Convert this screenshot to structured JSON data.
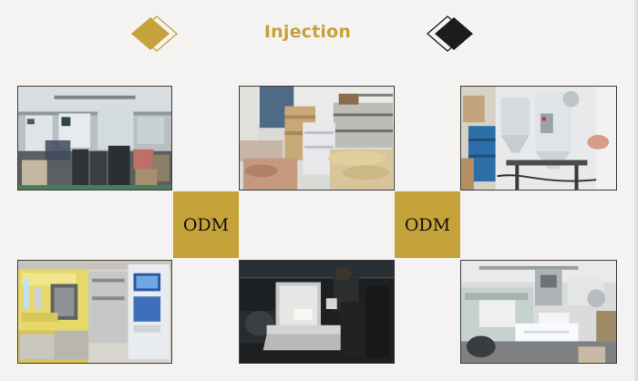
{
  "header": {
    "title": "Injection"
  },
  "tiles": {
    "odm_1_label": "ODM",
    "odm_2_label": "ODM"
  },
  "colors": {
    "accent": "#c6a23a",
    "dark_diamond": "#1a1c1e",
    "background": "#f4f3f2"
  }
}
